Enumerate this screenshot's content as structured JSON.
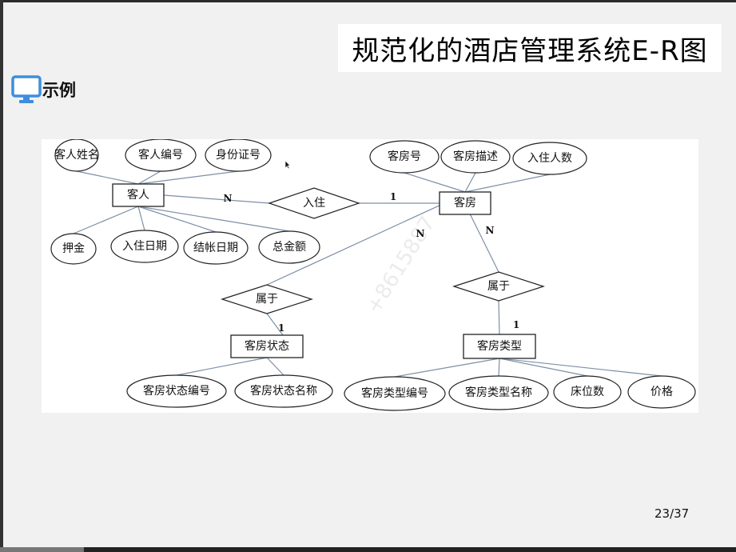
{
  "slide": {
    "title": "规范化的酒店管理系统E-R图",
    "section_label": "示例",
    "page_number": "23/37",
    "section_icon": "monitor-icon"
  },
  "diagram": {
    "entities": [
      {
        "id": "guest",
        "label": "客人"
      },
      {
        "id": "room",
        "label": "客房"
      },
      {
        "id": "room_status",
        "label": "客房状态"
      },
      {
        "id": "room_type",
        "label": "客房类型"
      }
    ],
    "relationships": [
      {
        "id": "checkin",
        "label": "入住"
      },
      {
        "id": "belongs_status",
        "label": "属于"
      },
      {
        "id": "belongs_type",
        "label": "属于"
      }
    ],
    "attributes": [
      {
        "id": "guest_name",
        "label": "客人姓名",
        "entity": "guest"
      },
      {
        "id": "guest_no",
        "label": "客人编号",
        "entity": "guest"
      },
      {
        "id": "id_card",
        "label": "身份证号",
        "entity": "guest"
      },
      {
        "id": "deposit",
        "label": "押金",
        "entity": "guest"
      },
      {
        "id": "checkin_date",
        "label": "入住日期",
        "entity": "guest"
      },
      {
        "id": "checkout_date",
        "label": "结帐日期",
        "entity": "guest"
      },
      {
        "id": "total_amount",
        "label": "总金额",
        "entity": "guest"
      },
      {
        "id": "room_no",
        "label": "客房号",
        "entity": "room"
      },
      {
        "id": "room_desc",
        "label": "客房描述",
        "entity": "room"
      },
      {
        "id": "occupants",
        "label": "入住人数",
        "entity": "room"
      },
      {
        "id": "status_no",
        "label": "客房状态编号",
        "entity": "room_status"
      },
      {
        "id": "status_name",
        "label": "客房状态名称",
        "entity": "room_status"
      },
      {
        "id": "type_no",
        "label": "客房类型编号",
        "entity": "room_type"
      },
      {
        "id": "type_name",
        "label": "客房类型名称",
        "entity": "room_type"
      },
      {
        "id": "beds",
        "label": "床位数",
        "entity": "room_type"
      },
      {
        "id": "price",
        "label": "价格",
        "entity": "room_type"
      }
    ],
    "cardinalities": [
      {
        "id": "card_guest_checkin",
        "label": "N"
      },
      {
        "id": "card_checkin_room",
        "label": "1"
      },
      {
        "id": "card_room_status",
        "label": "N"
      },
      {
        "id": "card_status_entity",
        "label": "1"
      },
      {
        "id": "card_room_type",
        "label": "N"
      },
      {
        "id": "card_type_entity",
        "label": "1"
      }
    ],
    "watermark": "+8615887"
  }
}
